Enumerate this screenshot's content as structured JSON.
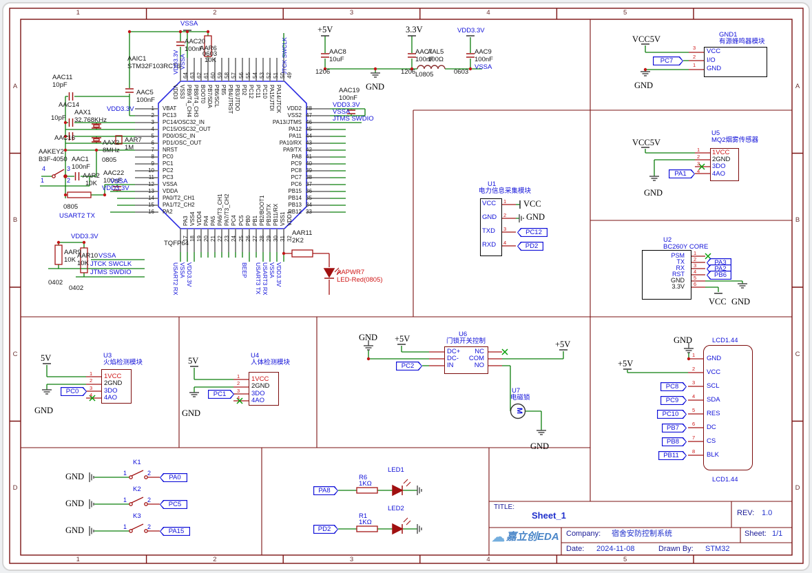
{
  "zones": {
    "cols": [
      "1",
      "2",
      "3",
      "4",
      "5"
    ],
    "rows": [
      "A",
      "B",
      "C",
      "D"
    ]
  },
  "title_block": {
    "title_label": "TITLE:",
    "title": "Sheet_1",
    "rev_label": "REV:",
    "rev": "1.0",
    "company_label": "Company:",
    "company": "宿舍安防控制系统",
    "sheet_label": "Sheet:",
    "sheet": "1/1",
    "date_label": "Date:",
    "date": "2024-11-08",
    "drawn_label": "Drawn By:",
    "drawn_by": "STM32",
    "logo_text": "嘉立创EDA",
    "logo_cloud_icon": "☁"
  },
  "power": {
    "p5v": "+5V",
    "v33": "3.3V",
    "v5": "5V",
    "vcc": "VCC",
    "vcc5v": "VCC5V",
    "gnd": "GND"
  },
  "nets": {
    "vssa": "VSSA",
    "vdd33": "VDD3.3V",
    "jtck_swclk": "JTCK SWCLK",
    "jtms_swdio": "JTMS SWDIO",
    "usart2_tx": "USART2 TX",
    "usart2_rx": "USART2 RX",
    "usart3_tx": "USART3 TX",
    "usart3_rx": "USART3 RX",
    "beep": "BEEP",
    "pc7": "PC7",
    "pa1": "PA1",
    "pa3": "PA3",
    "pa2": "PA2",
    "pb6": "PB6",
    "pc12": "PC12",
    "pd2": "PD2",
    "pc0": "PC0",
    "pc1": "PC1",
    "pc2": "PC2",
    "pa0": "PA0",
    "pc5": "PC5",
    "pa15": "PA15",
    "pa8": "PA8",
    "pc8": "PC8",
    "pc9": "PC9",
    "pc10": "PC10",
    "pb7": "PB7",
    "pb8": "PB8",
    "pb11": "PB11"
  },
  "mcu": {
    "designator": "AAIC1",
    "part": "STM32F103RCT6",
    "footprint": "TQFP64",
    "left_pins": [
      {
        "n": "1",
        "name": "VBAT"
      },
      {
        "n": "2",
        "name": "PC13"
      },
      {
        "n": "3",
        "name": "PC14/OSC32_IN"
      },
      {
        "n": "4",
        "name": "PC15/OSC32_OUT"
      },
      {
        "n": "5",
        "name": "PD0/OSC_IN"
      },
      {
        "n": "6",
        "name": "PD1/OSC_OUT"
      },
      {
        "n": "7",
        "name": "NRST"
      },
      {
        "n": "8",
        "name": "PC0"
      },
      {
        "n": "9",
        "name": "PC1"
      },
      {
        "n": "10",
        "name": "PC2"
      },
      {
        "n": "11",
        "name": "PC3"
      },
      {
        "n": "12",
        "name": "VSSA"
      },
      {
        "n": "13",
        "name": "VDDA"
      },
      {
        "n": "14",
        "name": "PA0/T2_CH1"
      },
      {
        "n": "15",
        "name": "PA1/T2_CH2"
      },
      {
        "n": "16",
        "name": "PA2"
      }
    ],
    "right_pins": [
      {
        "n": "48",
        "name": "VDD2"
      },
      {
        "n": "47",
        "name": "VSS2"
      },
      {
        "n": "46",
        "name": "PA13/JTMS"
      },
      {
        "n": "45",
        "name": "PA12"
      },
      {
        "n": "44",
        "name": "PA11"
      },
      {
        "n": "43",
        "name": "PA10/RX"
      },
      {
        "n": "42",
        "name": "PA9/TX"
      },
      {
        "n": "41",
        "name": "PA8"
      },
      {
        "n": "40",
        "name": "PC9"
      },
      {
        "n": "39",
        "name": "PC8"
      },
      {
        "n": "38",
        "name": "PC7"
      },
      {
        "n": "37",
        "name": "PC6"
      },
      {
        "n": "36",
        "name": "PB15"
      },
      {
        "n": "35",
        "name": "PB14"
      },
      {
        "n": "34",
        "name": "PB13"
      },
      {
        "n": "33",
        "name": "PB12"
      }
    ],
    "top_pins": [
      {
        "n": "64",
        "name": "VDD3"
      },
      {
        "n": "63",
        "name": "VSS3"
      },
      {
        "n": "62",
        "name": "PB9/T4_CH4"
      },
      {
        "n": "61",
        "name": "PB8/T4_CH3"
      },
      {
        "n": "60",
        "name": "BOOT0"
      },
      {
        "n": "59",
        "name": "PB7/SDA"
      },
      {
        "n": "58",
        "name": "PB6/SCL"
      },
      {
        "n": "57",
        "name": "PB5"
      },
      {
        "n": "56",
        "name": "PB4/JTRST"
      },
      {
        "n": "55",
        "name": "PB3/JTDO"
      },
      {
        "n": "54",
        "name": "PD2"
      },
      {
        "n": "53",
        "name": "PC12"
      },
      {
        "n": "52",
        "name": "PC11"
      },
      {
        "n": "51",
        "name": "PC10"
      },
      {
        "n": "50",
        "name": "PA15/JTDI"
      },
      {
        "n": "49",
        "name": "PA14/JTCK"
      }
    ],
    "bottom_pins": [
      {
        "n": "17",
        "name": "PA3"
      },
      {
        "n": "18",
        "name": "VSS4"
      },
      {
        "n": "19",
        "name": "VDD4"
      },
      {
        "n": "20",
        "name": "PA4"
      },
      {
        "n": "21",
        "name": "PA5"
      },
      {
        "n": "22",
        "name": "PA6/T3_CH1"
      },
      {
        "n": "23",
        "name": "PA7/T3_CH2"
      },
      {
        "n": "24",
        "name": "PC4"
      },
      {
        "n": "25",
        "name": "PC5"
      },
      {
        "n": "26",
        "name": "PB0"
      },
      {
        "n": "27",
        "name": "PB1"
      },
      {
        "n": "28",
        "name": "PB2/BOOT1"
      },
      {
        "n": "29",
        "name": "PB10/TX"
      },
      {
        "n": "30",
        "name": "PB11/RX"
      },
      {
        "n": "31",
        "name": "VSS1"
      },
      {
        "n": "32",
        "name": "VDD1"
      }
    ]
  },
  "parts": {
    "aac11": {
      "ref": "AAC11",
      "val": "10pF"
    },
    "aac14": {
      "ref": "AAC14",
      "val": "10pF"
    },
    "aac16": {
      "ref": "AAC16"
    },
    "aax1": {
      "ref": "AAX1",
      "val": "32.768KHz"
    },
    "aax2": {
      "ref": "AAX2",
      "val": "8MHz"
    },
    "aar7": {
      "ref": "AAR7",
      "val": "1M",
      "fp": "0805"
    },
    "aakey2": {
      "ref": "AAKEY2",
      "val": "B3F-4050",
      "p1": "1",
      "p2": "2",
      "p3": "3",
      "p4": "4"
    },
    "aac1": {
      "ref": "AAC1",
      "val": "100nF"
    },
    "aar2": {
      "ref": "AAR2",
      "val": "10K",
      "fp": "0805"
    },
    "aac22": {
      "ref": "AAC22",
      "val": "100nF"
    },
    "aac5": {
      "ref": "AAC5",
      "val": "100nF"
    },
    "aac20": {
      "ref": "AAC20",
      "val": "100nF"
    },
    "aar6": {
      "ref": "AAR6",
      "val": "10K",
      "fp": "0603"
    },
    "aar9": {
      "ref": "AAR9",
      "val": "10K",
      "fp": "0402"
    },
    "aar10": {
      "ref": "AAR10",
      "val": "10K",
      "fp": "0402"
    },
    "aar11": {
      "ref": "AAR11",
      "val": "2K2"
    },
    "aapwr7": {
      "ref": "AAPWR7",
      "val": "LED-Red(0805)"
    },
    "aac8": {
      "ref": "AAC8",
      "val": "10uF",
      "fp": "1206"
    },
    "aac7": {
      "ref": "AAC7",
      "val": "100nF",
      "fp": "1206"
    },
    "aal5": {
      "ref": "AAL5",
      "val": "100Ω",
      "fp": "L0805"
    },
    "aac9": {
      "ref": "AAC9",
      "val": "100nF",
      "fp": "0603"
    },
    "aac19": {
      "ref": "AAC19",
      "val": "100nF"
    },
    "r6": {
      "ref": "R6",
      "val": "1KΩ"
    },
    "r1": {
      "ref": "R1",
      "val": "1KΩ"
    },
    "led1": {
      "ref": "LED1"
    },
    "led2": {
      "ref": "LED2"
    },
    "k1": {
      "ref": "K1"
    },
    "k2": {
      "ref": "K2"
    },
    "k3": {
      "ref": "K3"
    },
    "ksw_n1": "1",
    "ksw_n2": "2",
    "u7": {
      "ref": "U7",
      "name": "电磁锁",
      "sym": "M"
    }
  },
  "modules": {
    "buzzer": {
      "designator": "GND1",
      "name": "有源蜂鸣器模块",
      "pins": [
        {
          "n": "3",
          "name": "VCC"
        },
        {
          "n": "2",
          "name": "I/O"
        },
        {
          "n": "1",
          "name": "GND"
        }
      ]
    },
    "smoke": {
      "designator": "U5",
      "name": "MQ2烟雾传感器",
      "pins": [
        {
          "n": "1",
          "name": "1VCC"
        },
        {
          "n": "2",
          "name": "2GND"
        },
        {
          "n": "3",
          "name": "3DO"
        },
        {
          "n": "4",
          "name": "4AO"
        }
      ]
    },
    "nbiot": {
      "designator": "U2",
      "name": "BC260Y CORE",
      "pins": [
        {
          "n": "1",
          "name": "PSM"
        },
        {
          "n": "2",
          "name": "TX"
        },
        {
          "n": "3",
          "name": "RX"
        },
        {
          "n": "4",
          "name": "RST"
        },
        {
          "n": "5",
          "name": "GND"
        },
        {
          "n": "6",
          "name": "3.3V"
        }
      ]
    },
    "power_meter": {
      "designator": "U1",
      "name": "电力信息采集模块",
      "pins": [
        {
          "n": "1",
          "name": "VCC"
        },
        {
          "n": "2",
          "name": "GND"
        },
        {
          "n": "3",
          "name": "TXD"
        },
        {
          "n": "4",
          "name": "RXD"
        }
      ]
    },
    "flame": {
      "designator": "U3",
      "name": "火焰检测模块",
      "pins": [
        {
          "n": "1",
          "name": "1VCC"
        },
        {
          "n": "2",
          "name": "2GND"
        },
        {
          "n": "3",
          "name": "3DO"
        },
        {
          "n": "4",
          "name": "4AO"
        }
      ]
    },
    "pir": {
      "designator": "U4",
      "name": "人体检测模块",
      "pins": [
        {
          "n": "1",
          "name": "1VCC"
        },
        {
          "n": "2",
          "name": "2GND"
        },
        {
          "n": "3",
          "name": "3DO"
        },
        {
          "n": "4",
          "name": "4AO"
        }
      ]
    },
    "doorlock": {
      "designator": "U6",
      "name": "门锁开关控制",
      "left_pins": [
        {
          "name": "DC+"
        },
        {
          "name": "DC-"
        },
        {
          "name": "IN"
        }
      ],
      "right_pins": [
        {
          "name": "NC"
        },
        {
          "name": "COM"
        },
        {
          "name": "NO"
        }
      ]
    },
    "lcd": {
      "designator": "LCD1.44",
      "name": "LCD1.44",
      "pins": [
        {
          "n": "1",
          "name": "GND"
        },
        {
          "n": "2",
          "name": "VCC"
        },
        {
          "n": "3",
          "name": "SCL"
        },
        {
          "n": "4",
          "name": "SDA"
        },
        {
          "n": "5",
          "name": "RES"
        },
        {
          "n": "6",
          "name": "DC"
        },
        {
          "n": "7",
          "name": "CS"
        },
        {
          "n": "8",
          "name": "BLK"
        }
      ]
    }
  }
}
